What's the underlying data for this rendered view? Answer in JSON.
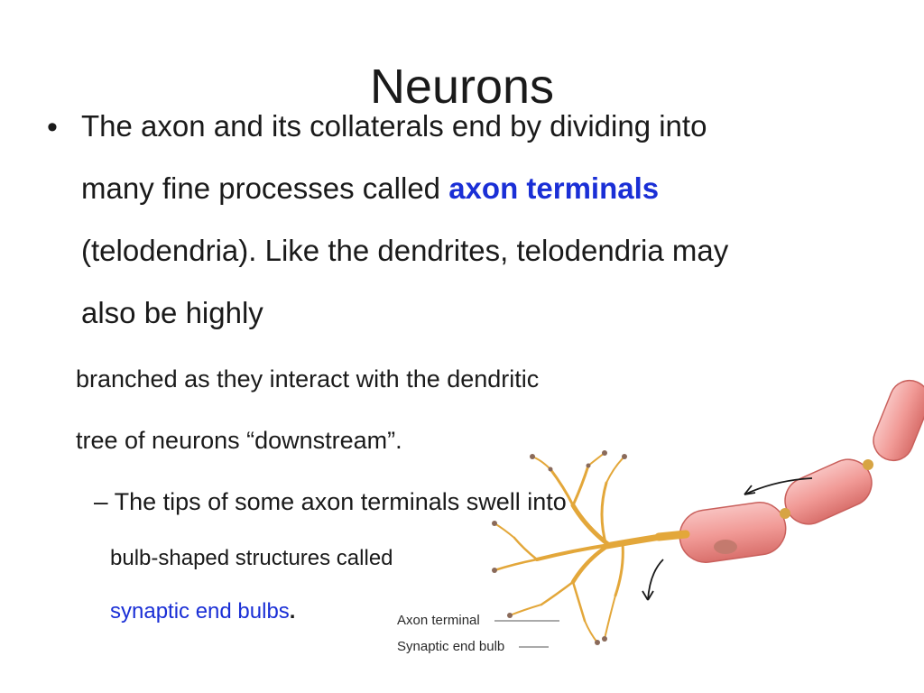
{
  "slide": {
    "title": "Neurons",
    "bullet_symbol": "•",
    "bullet_lines": [
      "The axon and its collaterals end by dividing into",
      "many fine processes called ",
      "(telodendria).  Like the dendrites, telodendria may",
      "also be highly"
    ],
    "term_axon_terminals": "axon terminals",
    "continuation_lines": [
      "branched as they interact with the dendritic",
      "tree of neurons “downstream”."
    ],
    "sub_dash": "–",
    "sub_line1": "The tips of some axon terminals swell into",
    "sub_line2": "bulb-shaped structures called",
    "term_synaptic": "synaptic end bulbs",
    "term_synaptic_period": "."
  },
  "figure": {
    "label_axon_terminal": "Axon terminal",
    "label_synaptic_end_bulb": "Synaptic end bulb",
    "colors": {
      "myelin": "#f4a0a0",
      "myelin_dark": "#d9706c",
      "axon": "#e3a73a",
      "axon_dark": "#b97f1c",
      "bulb": "#8a6a5a"
    }
  },
  "colors": {
    "keyword": "#1a2fd6",
    "text": "#1a1a1a"
  }
}
